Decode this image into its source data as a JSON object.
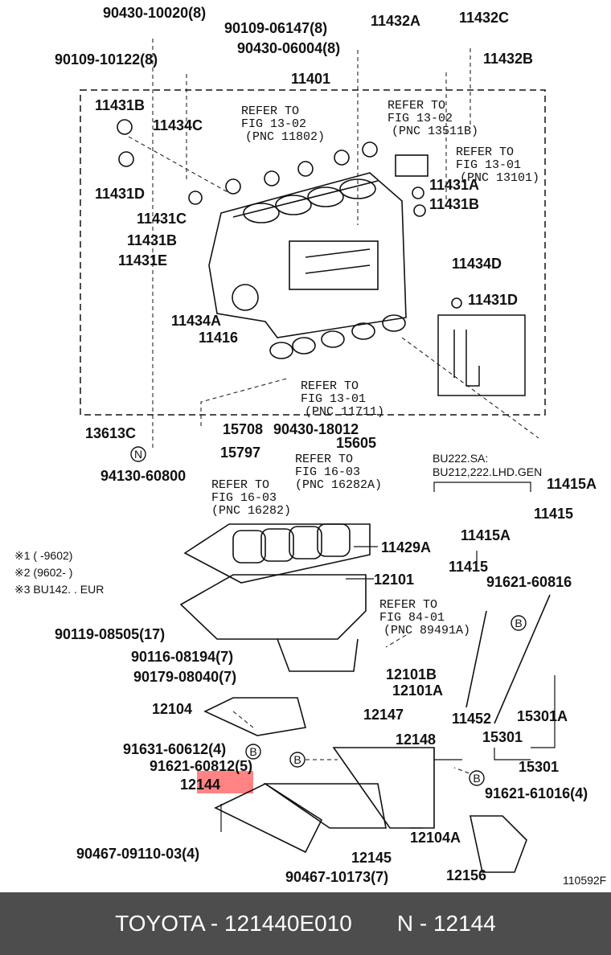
{
  "labels": {
    "p90430_10020": "90430-10020(8)",
    "p90109_10122": "90109-10122(8)",
    "p90109_06147": "90109-06147(8)",
    "p90430_06004": "90430-06004(8)",
    "p11432A": "11432A",
    "p11432C": "11432C",
    "p11432B": "11432B",
    "p11401": "11401",
    "p11431B": "11431B",
    "p11434C": "11434C",
    "p11431D": "11431D",
    "p11431C": "11431C",
    "p11431B2": "11431B",
    "p11431E": "11431E",
    "p11431A": "11431A",
    "p11431B3": "11431B",
    "p11434D": "11434D",
    "p11431D2": "11431D",
    "p11434A": "11434A",
    "p11416": "11416",
    "p13613C": "13613C",
    "p15708": "15708",
    "p90430_18012": "90430-18012",
    "p15605": "15605",
    "p15797": "15797",
    "p94130_60800": "94130-60800",
    "p11415A": "11415A",
    "p11415": "11415",
    "p11415A2": "11415A",
    "p11415b": "11415",
    "p11429A": "11429A",
    "p12101": "12101",
    "p90119_08505": "90119-08505(17)",
    "p90116_08194": "90116-08194(7)",
    "p90179_08040": "90179-08040(7)",
    "p12101B": "12101B",
    "p12101A": "12101A",
    "p12104": "12104",
    "p12147": "12147",
    "p91631_60612": "91631-60612(4)",
    "p91621_60812": "91621-60812(5)",
    "p12144": "12144",
    "p12148": "12148",
    "p91621_60816": "91621-60816",
    "p11452": "11452",
    "p15301A": "15301A",
    "p15301": "15301",
    "p15301b": "15301",
    "p91621_61016": "91621-61016(4)",
    "p12104A": "12104A",
    "p90467_09110": "90467-09110-03(4)",
    "p12145": "12145",
    "p90467_10173": "90467-10173(7)",
    "p12156": "12156",
    "fig": "110592F"
  },
  "refers": {
    "r1_line1": "REFER TO",
    "r1_line2": "FIG 13-02",
    "r1_line3": "(PNC 11802)",
    "r2_line1": "REFER TO",
    "r2_line2": "FIG 13-02",
    "r2_line3": "(PNC 13511B)",
    "r3_line1": "REFER TO",
    "r3_line2": "FIG 13-01",
    "r3_line3": "(PNC 13101)",
    "r4_line1": "REFER TO",
    "r4_line2": "FIG 13-01",
    "r4_line3": "(PNC 11711)",
    "r5_line1": "REFER TO",
    "r5_line2": "FIG 16-03",
    "r5_line3": "(PNC 16282A)",
    "r6_line1": "REFER TO",
    "r6_line2": "FIG 16-03",
    "r6_line3": "(PNC 16282)",
    "r7_line1": "REFER TO",
    "r7_line2": "FIG 84-01",
    "r7_line3": "(PNC 89491A)"
  },
  "notes": {
    "n1": "※1 (      -9602)",
    "n2": "※2 (9602-      )",
    "n3": "※3 BU142. . EUR",
    "bu1": "BU222.SA:",
    "bu2": "BU212,222.LHD.GEN"
  },
  "symbols": {
    "n_circle": "N",
    "b_circle": "B"
  },
  "footer": {
    "brand_part": "TOYOTA - 121440E010",
    "n_part": "N - 12144"
  },
  "colors": {
    "highlight": "#ff5a5a",
    "footer_bg": "#4d4d4d"
  }
}
